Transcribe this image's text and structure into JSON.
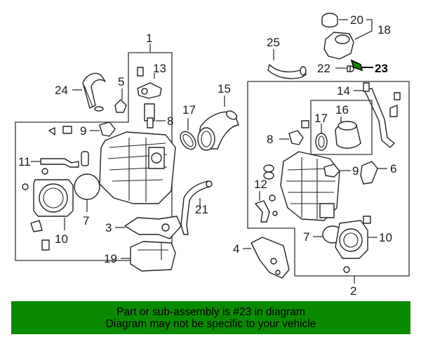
{
  "labels": {
    "l1": "1",
    "l2": "2",
    "l3": "3",
    "l4": "4",
    "l5": "5",
    "l6": "6",
    "l7a": "7",
    "l7b": "7",
    "l8a": "8",
    "l8b": "8",
    "l9a": "9",
    "l9b": "9",
    "l10a": "10",
    "l10b": "10",
    "l11": "11",
    "l12": "12",
    "l13": "13",
    "l14": "14",
    "l15": "15",
    "l16": "16",
    "l17a": "17",
    "l17b": "17",
    "l18": "18",
    "l19": "19",
    "l20": "20",
    "l21": "21",
    "l22": "22",
    "l23": "23",
    "l24": "24",
    "l25": "25"
  },
  "highlight_color": "#0a8a00",
  "banner": {
    "line1": "Part or sub-assembly is #23 in diagram",
    "line2": "Diagram may not be specific to your vehicle"
  }
}
